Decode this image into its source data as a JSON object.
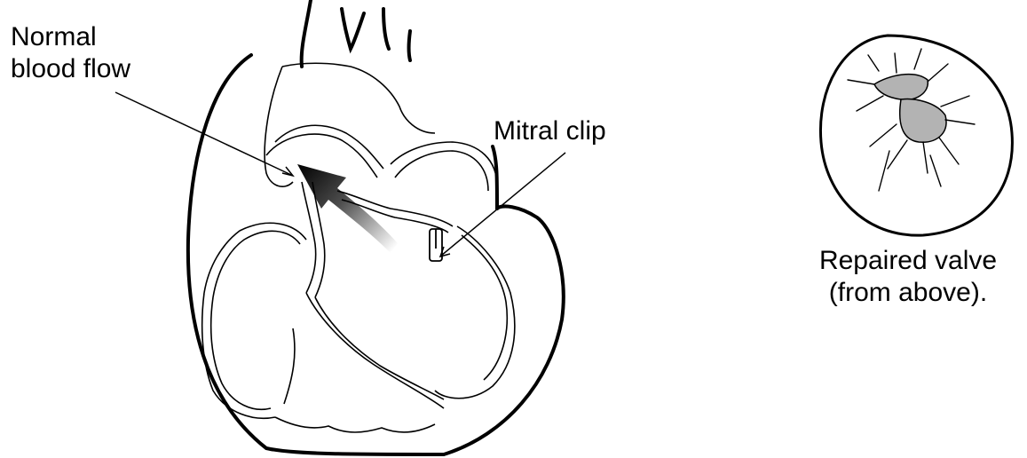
{
  "labels": {
    "normal_flow_line1": "Normal",
    "normal_flow_line2": "blood flow",
    "mitral_clip": "Mitral clip",
    "repaired_line1": "Repaired valve",
    "repaired_line2": "(from above)."
  },
  "colors": {
    "stroke": "#000000",
    "valve_fill": "#b3b3b3",
    "background": "#ffffff"
  }
}
